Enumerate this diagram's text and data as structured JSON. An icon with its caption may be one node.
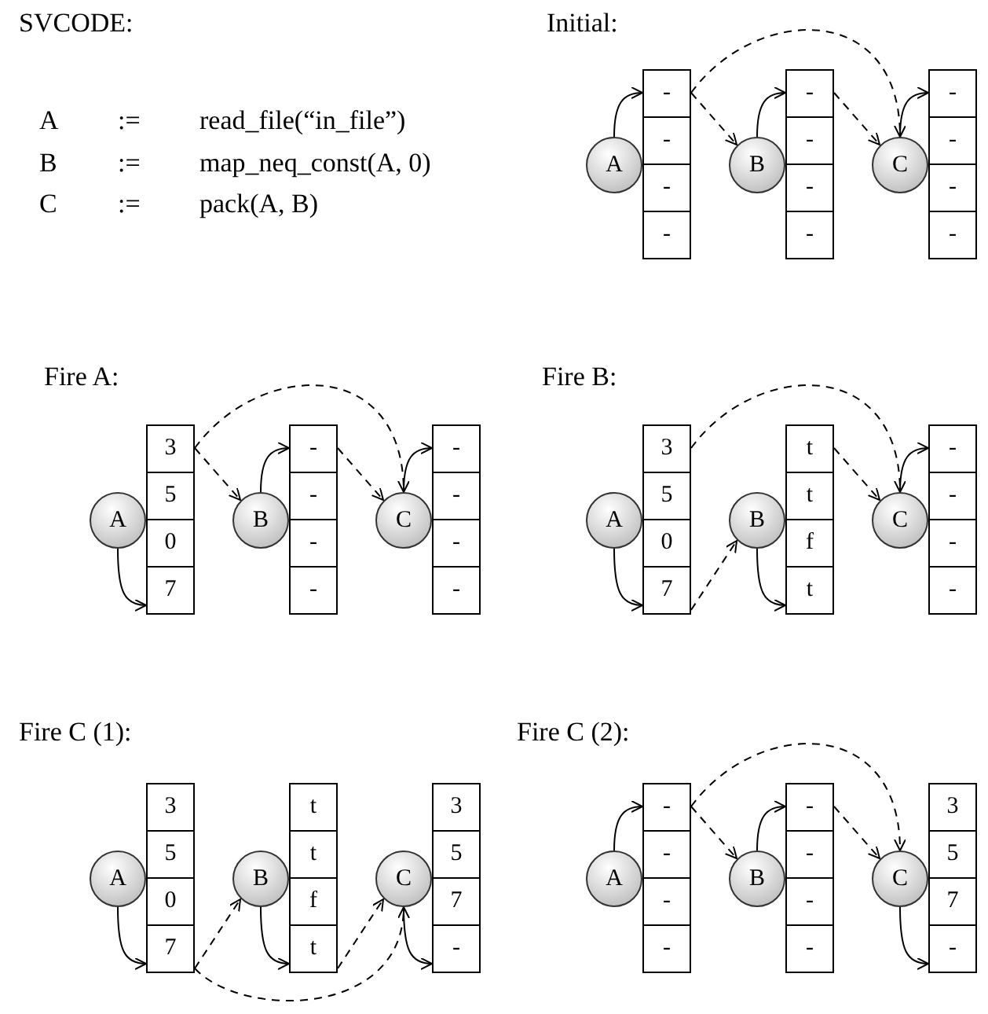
{
  "diagram": {
    "nodes": [
      {
        "text": [
          "A"
        ]
      },
      {
        "text": [
          "-"
        ]
      },
      {
        "text": [
          "-"
        ]
      },
      {
        "text": [
          "-"
        ]
      },
      {
        "text": [
          "-"
        ]
      },
      {
        "text": [
          "B"
        ]
      },
      {
        "text": [
          "-"
        ]
      },
      {
        "text": [
          "-"
        ]
      },
      {
        "text": [
          "-"
        ]
      },
      {
        "text": [
          "-"
        ]
      },
      {
        "text": [
          "C"
        ]
      },
      {
        "text": [
          "-"
        ]
      },
      {
        "text": [
          "-"
        ]
      },
      {
        "text": [
          "-"
        ]
      },
      {
        "text": [
          "-"
        ]
      },
      {
        "text": [
          "A"
        ]
      },
      {
        "text": [
          "3"
        ]
      },
      {
        "text": [
          "5"
        ]
      },
      {
        "text": [
          "0"
        ]
      },
      {
        "text": [
          "7"
        ]
      },
      {
        "text": [
          "B"
        ]
      },
      {
        "text": [
          "-"
        ]
      },
      {
        "text": [
          "-"
        ]
      },
      {
        "text": [
          "-"
        ]
      },
      {
        "text": [
          "-"
        ]
      },
      {
        "text": [
          "C"
        ]
      },
      {
        "text": [
          "-"
        ]
      },
      {
        "text": [
          "-"
        ]
      },
      {
        "text": [
          "-"
        ]
      },
      {
        "text": [
          "-"
        ]
      },
      {
        "text": [
          "A"
        ]
      },
      {
        "text": [
          "3"
        ]
      },
      {
        "text": [
          "5"
        ]
      },
      {
        "text": [
          "0"
        ]
      },
      {
        "text": [
          "7"
        ]
      },
      {
        "text": [
          "B"
        ]
      },
      {
        "text": [
          "t"
        ]
      },
      {
        "text": [
          "t"
        ]
      },
      {
        "text": [
          "f"
        ]
      },
      {
        "text": [
          "t"
        ]
      },
      {
        "text": [
          "C"
        ]
      },
      {
        "text": [
          "-"
        ]
      },
      {
        "text": [
          "-"
        ]
      },
      {
        "text": [
          "-"
        ]
      },
      {
        "text": [
          "-"
        ]
      },
      {
        "text": [
          "A"
        ]
      },
      {
        "text": [
          "3"
        ]
      },
      {
        "text": [
          "5"
        ]
      },
      {
        "text": [
          "0"
        ]
      },
      {
        "text": [
          "7"
        ]
      },
      {
        "text": [
          "B"
        ]
      },
      {
        "text": [
          "t"
        ]
      },
      {
        "text": [
          "t"
        ]
      },
      {
        "text": [
          "f"
        ]
      },
      {
        "text": [
          "t"
        ]
      },
      {
        "text": [
          "C"
        ]
      },
      {
        "text": [
          "3"
        ]
      },
      {
        "text": [
          "5"
        ]
      },
      {
        "text": [
          "7"
        ]
      },
      {
        "text": [
          "-"
        ]
      },
      {
        "text": [
          "A"
        ]
      },
      {
        "text": [
          "-"
        ]
      },
      {
        "text": [
          "-"
        ]
      },
      {
        "text": [
          "-"
        ]
      },
      {
        "text": [
          "-"
        ]
      },
      {
        "text": [
          "B"
        ]
      },
      {
        "text": [
          "-"
        ]
      },
      {
        "text": [
          "-"
        ]
      },
      {
        "text": [
          "-"
        ]
      },
      {
        "text": [
          "-"
        ]
      },
      {
        "text": [
          "C"
        ]
      },
      {
        "text": [
          "3"
        ]
      },
      {
        "text": [
          "5"
        ]
      },
      {
        "text": [
          "7"
        ]
      },
      {
        "text": [
          "-"
        ]
      }
    ],
    "edges": [
      {
        "from": 0,
        "to": 1,
        "arrow": "to"
      },
      {
        "from": 1,
        "to": 5,
        "arrow": "to",
        "style": "dashed"
      },
      {
        "from": 1,
        "to": 10,
        "arrow": "to",
        "style": "dashed"
      },
      {
        "from": 5,
        "to": 6,
        "arrow": "to"
      },
      {
        "from": 6,
        "to": 10,
        "arrow": "to",
        "style": "dashed"
      },
      {
        "from": 10,
        "to": 11,
        "arrow": "to"
      },
      {
        "from": 15,
        "to": 19,
        "arrow": "to"
      },
      {
        "from": 16,
        "to": 20,
        "arrow": "to",
        "style": "dashed"
      },
      {
        "from": 16,
        "to": 25,
        "arrow": "to",
        "style": "dashed"
      },
      {
        "from": 20,
        "to": 21,
        "arrow": "to"
      },
      {
        "from": 21,
        "to": 25,
        "arrow": "to",
        "style": "dashed"
      },
      {
        "from": 25,
        "to": 26,
        "arrow": "to"
      },
      {
        "from": 30,
        "to": 34,
        "arrow": "to"
      },
      {
        "from": 31,
        "to": 40,
        "arrow": "to",
        "style": "dashed"
      },
      {
        "from": 34,
        "to": 35,
        "arrow": "to",
        "style": "dashed"
      },
      {
        "from": 35,
        "to": 39,
        "arrow": "to"
      },
      {
        "from": 36,
        "to": 40,
        "arrow": "to",
        "style": "dashed"
      },
      {
        "from": 40,
        "to": 41,
        "arrow": "to"
      },
      {
        "from": 45,
        "to": 49,
        "arrow": "to"
      },
      {
        "from": 49,
        "to": 50,
        "arrow": "to",
        "style": "dashed"
      },
      {
        "from": 49,
        "to": 55,
        "arrow": "to",
        "style": "dashed"
      },
      {
        "from": 50,
        "to": 54,
        "arrow": "to"
      },
      {
        "from": 54,
        "to": 55,
        "arrow": "to",
        "style": "dashed"
      },
      {
        "from": 55,
        "to": 59,
        "arrow": "to"
      },
      {
        "from": 60,
        "to": 61,
        "arrow": "to"
      },
      {
        "from": 61,
        "to": 65,
        "arrow": "to",
        "style": "dashed"
      },
      {
        "from": 61,
        "to": 70,
        "arrow": "to",
        "style": "dashed"
      },
      {
        "from": 65,
        "to": 66,
        "arrow": "to"
      },
      {
        "from": 66,
        "to": 70,
        "arrow": "to",
        "style": "dashed"
      },
      {
        "from": 70,
        "to": 74,
        "arrow": "to"
      }
    ],
    "labels": [
      "SVCODE:",
      "Initial:",
      "A",
      ":=",
      "read_file(“in_file”)",
      "B",
      ":=",
      "map_neq_const(A, 0)",
      "C",
      ":=",
      "pack(A, B)",
      "Fire A:",
      "Fire B:",
      "Fire C (1):",
      "Fire C (2):"
    ]
  }
}
